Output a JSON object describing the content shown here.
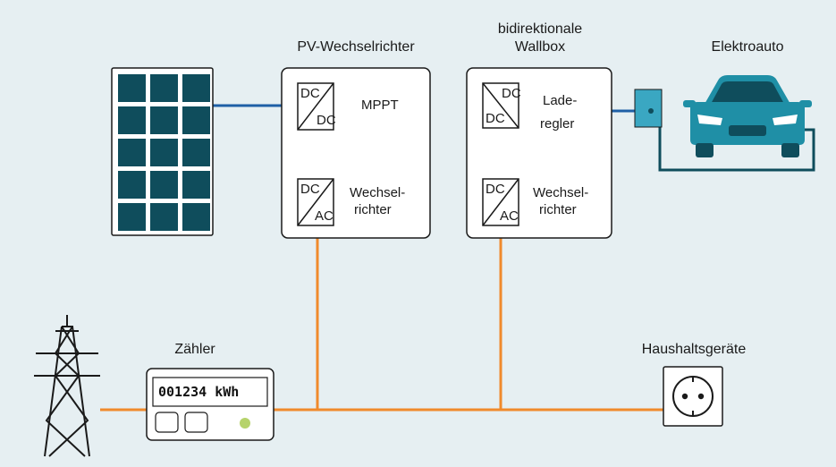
{
  "colors": {
    "background": "#e6eff2",
    "dc_line": "#1f5fa6",
    "ac_line": "#f08a2c",
    "panel": "#0f4d5c",
    "car": "#1f8fa6",
    "socket_box": "#3aa7c2",
    "meter_led": "#b6d36b"
  },
  "labels": {
    "inverter_title": "PV-Wechselrichter",
    "wallbox_title_1": "bidirektionale",
    "wallbox_title_2": "Wallbox",
    "car_title": "Elektroauto",
    "meter_title": "Zähler",
    "appliances_title": "Haushaltsgeräte"
  },
  "inverter": {
    "dcdc_top": "DC",
    "dcdc_bottom": "DC",
    "mppt": "MPPT",
    "dcac_top": "DC",
    "dcac_bottom": "AC",
    "converter_1": "Wechsel-",
    "converter_2": "richter"
  },
  "wallbox": {
    "dcdc_top": "DC",
    "dcdc_bottom": "DC",
    "charger_1": "Lade-",
    "charger_2": "regler",
    "dcac_top": "DC",
    "dcac_bottom": "AC",
    "converter_1": "Wechsel-",
    "converter_2": "richter"
  },
  "meter": {
    "display": "001234 kWh"
  }
}
